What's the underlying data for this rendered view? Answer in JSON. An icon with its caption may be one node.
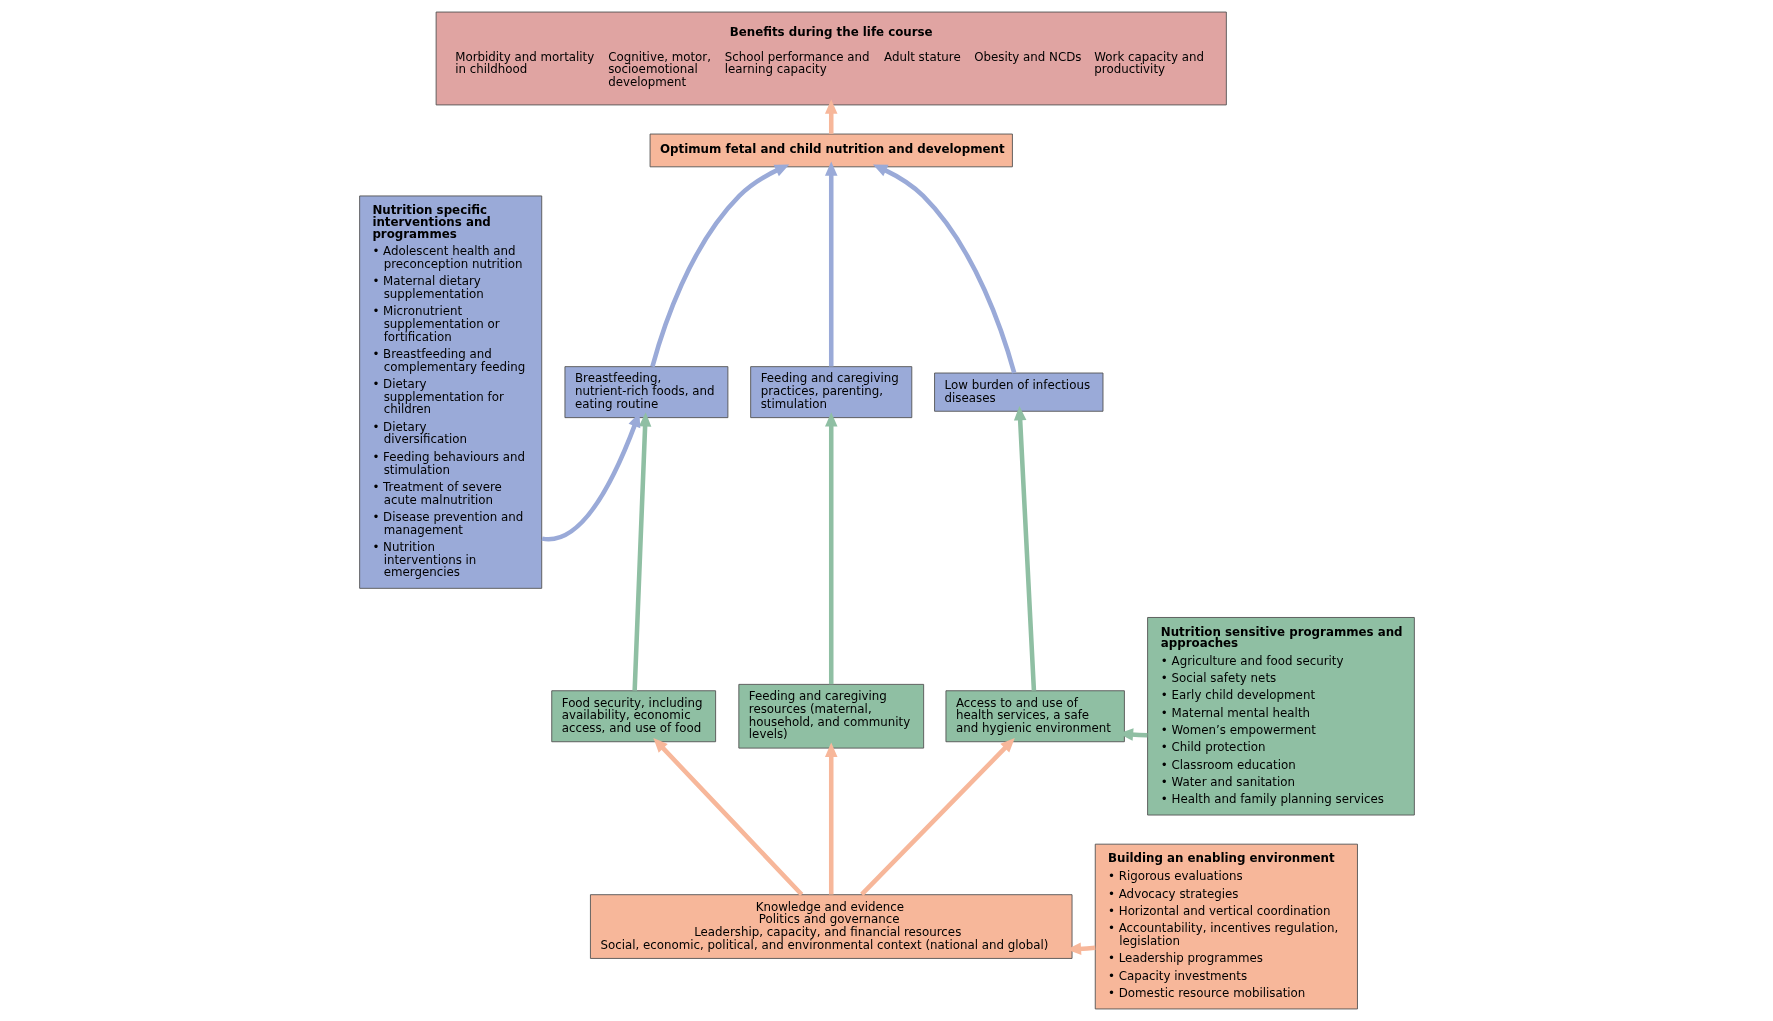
{
  "diagram": {
    "nodes": [
      {
        "text": [
          "Benefits during the life course",
          "Morbidity and mortality in childhood",
          "Cognitive, motor, socioemotional development",
          "School performance and learning capacity",
          "Adult stature",
          "Obesity and NCDs",
          "Work capacity and productivity"
        ]
      },
      {
        "text": [
          "Optimum fetal and child nutrition and development"
        ]
      },
      {
        "text": [
          "Breastfeeding, nutrient-rich foods, and eating routine"
        ]
      },
      {
        "text": [
          "Feeding and caregiving practices, parenting, stimulation"
        ]
      },
      {
        "text": [
          "Low burden of infectious diseases"
        ]
      },
      {
        "text": [
          "Food security, including availability, economic access, and use of food"
        ]
      },
      {
        "text": [
          "Feeding and caregiving resources (maternal, household, and community levels)"
        ]
      },
      {
        "text": [
          "Access to and use of health services, a safe and hygienic environment"
        ]
      },
      {
        "text": [
          "Knowledge and evidence",
          "Politics and governance",
          "Leadership, capacity, and financial resources",
          "Social, economic, political, and environmental context (national and global)"
        ]
      },
      {
        "text": [
          "Nutrition specific interventions and programmes",
          "• Adolescent health and preconception nutrition",
          "• Maternal dietary supplementation",
          "• Micronutrient supplementation or fortification",
          "• Breastfeeding and complementary feeding",
          "• Dietary supplementation for children",
          "• Dietary diversification",
          "• Feeding behaviours and stimulation",
          "• Treatment of severe acute malnutrition",
          "• Disease prevention and management",
          "• Nutrition interventions in emergencies"
        ]
      },
      {
        "text": [
          "Nutrition sensitive programmes and approaches",
          "• Agriculture and food security",
          "• Social safety nets",
          "• Early child development",
          "• Maternal mental health",
          "• Women’s empowerment",
          "• Child protection",
          "• Classroom education",
          "• Water and sanitation",
          "• Health and family planning services"
        ]
      },
      {
        "text": [
          "Building an enabling environment",
          "• Rigorous evaluations",
          "• Advocacy strategies",
          "• Horizontal and vertical coordination",
          "• Accountability, incentives regulation, legislation",
          "• Leadership programmes",
          "• Capacity investments",
          "• Domestic resource mobilisation"
        ]
      }
    ],
    "edges": [
      {
        "from": 1,
        "to": 0,
        "arrow": "to"
      },
      {
        "from": 2,
        "to": 1,
        "arrow": "to",
        "color": "#9aaad8"
      },
      {
        "from": 3,
        "to": 1,
        "arrow": "to",
        "color": "#9aaad8"
      },
      {
        "from": 4,
        "to": 1,
        "arrow": "to",
        "color": "#9aaad8"
      },
      {
        "from": 5,
        "to": 2,
        "arrow": "to",
        "color": "#8fbfa3"
      },
      {
        "from": 6,
        "to": 3,
        "arrow": "to",
        "color": "#8fbfa3"
      },
      {
        "from": 7,
        "to": 4,
        "arrow": "to",
        "color": "#8fbfa3"
      },
      {
        "from": 8,
        "to": 5,
        "arrow": "to"
      },
      {
        "from": 8,
        "to": 6,
        "arrow": "to"
      },
      {
        "from": 8,
        "to": 7,
        "arrow": "to"
      },
      {
        "from": 9,
        "to": 2,
        "arrow": "to",
        "color": "#9aaad8"
      },
      {
        "from": 10,
        "to": 7,
        "arrow": "to",
        "color": "#8fbfa3"
      },
      {
        "from": 11,
        "to": 8,
        "arrow": "to"
      }
    ]
  }
}
